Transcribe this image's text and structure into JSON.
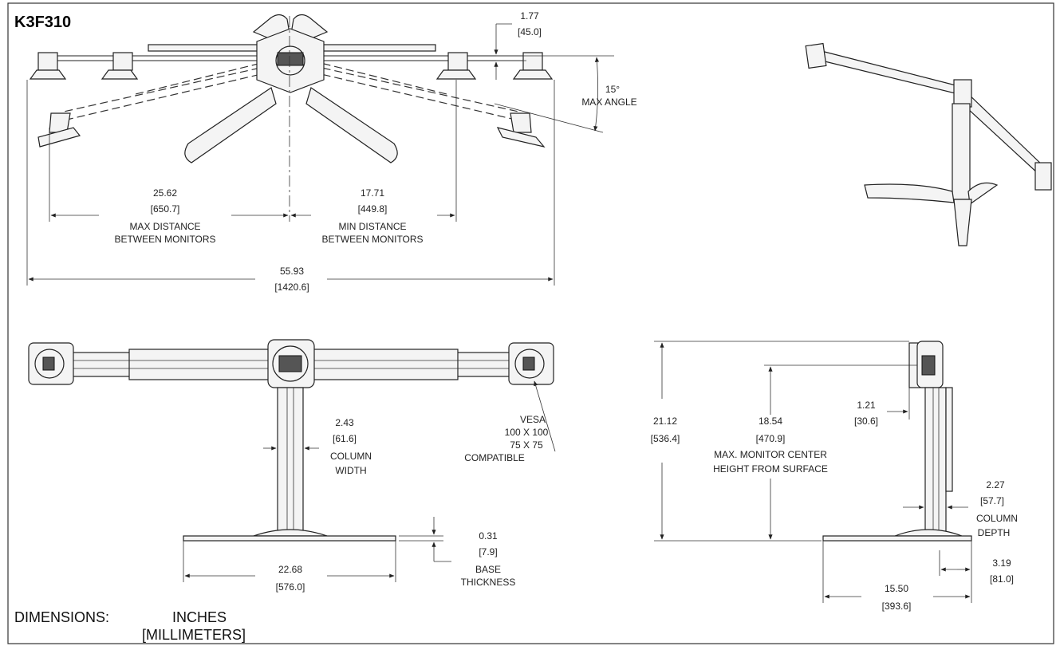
{
  "model": "K3F310",
  "dims": {
    "top_height": {
      "in": "1.77",
      "mm": "[45.0]"
    },
    "max_angle": {
      "value": "15°",
      "label": "MAX ANGLE"
    },
    "max_distance": {
      "in": "25.62",
      "mm": "[650.7]",
      "label1": "MAX DISTANCE",
      "label2": "BETWEEN MONITORS"
    },
    "min_distance": {
      "in": "17.71",
      "mm": "[449.8]",
      "label1": "MIN DISTANCE",
      "label2": "BETWEEN MONITORS"
    },
    "overall_width": {
      "in": "55.93",
      "mm": "[1420.6]"
    },
    "column_width": {
      "in": "2.43",
      "mm": "[61.6]",
      "label1": "COLUMN",
      "label2": "WIDTH"
    },
    "vesa": {
      "l1": "VESA",
      "l2": "100 X 100",
      "l3": "75 X 75",
      "l4": "COMPATIBLE"
    },
    "base_thickness": {
      "in": "0.31",
      "mm": "[7.9]",
      "label1": "BASE",
      "label2": "THICKNESS"
    },
    "base_width": {
      "in": "22.68",
      "mm": "[576.0]"
    },
    "total_height": {
      "in": "21.12",
      "mm": "[536.4]"
    },
    "center_height": {
      "in": "18.54",
      "mm": "[470.9]",
      "label1": "MAX. MONITOR CENTER",
      "label2": "HEIGHT FROM SURFACE"
    },
    "offset": {
      "in": "1.21",
      "mm": "[30.6]"
    },
    "column_depth": {
      "in": "2.27",
      "mm": "[57.7]",
      "label1": "COLUMN",
      "label2": "DEPTH"
    },
    "base_offset": {
      "in": "3.19",
      "mm": "[81.0]"
    },
    "base_depth": {
      "in": "15.50",
      "mm": "[393.6]"
    }
  },
  "footer": {
    "label": "DIMENSIONS:",
    "unit1": "INCHES",
    "unit2": "[MILLIMETERS]"
  }
}
